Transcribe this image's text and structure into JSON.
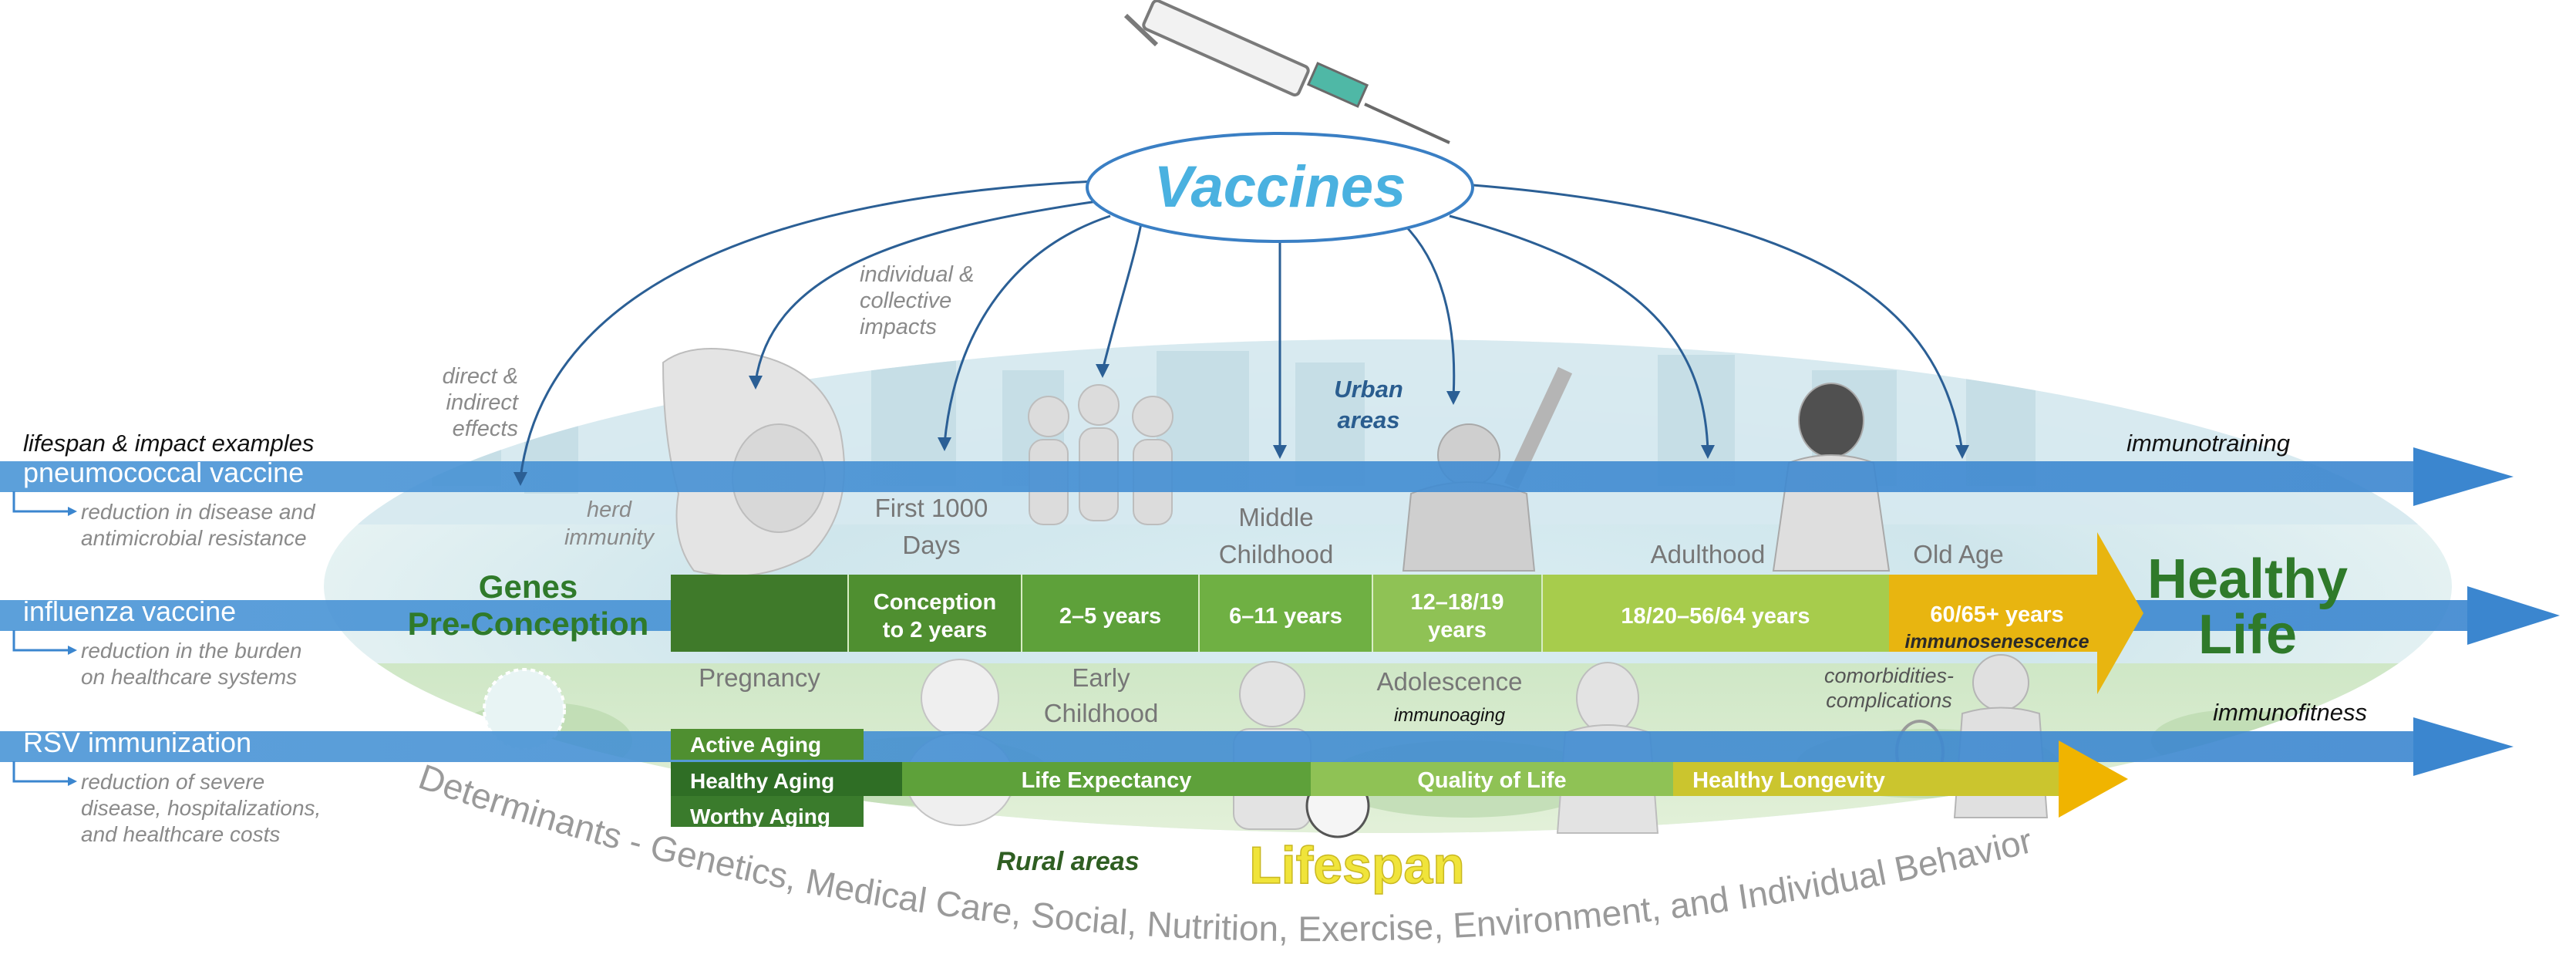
{
  "title": "Vaccines",
  "lifespan_label": "Lifespan",
  "healthy_life": [
    "Healthy",
    "Life"
  ],
  "genes_label": [
    "Genes",
    "Pre-Conception"
  ],
  "examples_heading": "lifespan & impact examples",
  "effects_label": [
    "direct &",
    "indirect",
    "effects"
  ],
  "impacts_label": [
    "individual &",
    "collective",
    "impacts"
  ],
  "herd_immunity": [
    "herd",
    "immunity"
  ],
  "urban_areas": [
    "Urban",
    "areas"
  ],
  "rural_areas": "Rural areas",
  "immunotraining": "immunotraining",
  "immunofitness": "immunofitness",
  "determinants": "Determinants - Genetics, Medical Care, Social, Nutrition, Exercise, Environment, and Individual Behavior",
  "vaccines": [
    {
      "name": "pneumococcal vaccine",
      "impact": [
        "reduction in disease and",
        "antimicrobial resistance"
      ]
    },
    {
      "name": "influenza vaccine",
      "impact": [
        "reduction in the burden",
        "on healthcare systems"
      ]
    },
    {
      "name": "RSV immunization",
      "impact": [
        "reduction of severe",
        "disease, hospitalizations,",
        "and healthcare costs"
      ]
    }
  ],
  "stages_top": [
    {
      "label": [
        "First 1000",
        "Days"
      ]
    },
    {
      "label": [
        "Middle",
        "Childhood"
      ]
    },
    {
      "label": [
        "Adulthood"
      ]
    },
    {
      "label": [
        "Old Age"
      ]
    }
  ],
  "stages_bottom": [
    {
      "label": [
        "Pregnancy"
      ]
    },
    {
      "label": [
        "Early",
        "Childhood"
      ]
    },
    {
      "label": [
        "Adolescence"
      ]
    }
  ],
  "segments": [
    {
      "label": [
        ""
      ],
      "color": "#3f7a2a"
    },
    {
      "label": [
        "Conception",
        "to 2 years"
      ],
      "color": "#4f8f30"
    },
    {
      "label": [
        "2–5 years"
      ],
      "color": "#5ea13a"
    },
    {
      "label": [
        "6–11 years"
      ],
      "color": "#6fb043"
    },
    {
      "label": [
        "12–18/19",
        "years"
      ],
      "color": "#8fc255"
    },
    {
      "label": [
        "18/20–56/64 years"
      ],
      "color": "#a7cc4c"
    },
    {
      "label": [
        "60/65+ years"
      ],
      "color": "#e8b510"
    }
  ],
  "immunoaging": "immunoaging",
  "immunosenescence": "immunosenescence",
  "comorbidities": [
    "comorbidities-",
    "complications"
  ],
  "aging_labels": [
    "Active Aging",
    "Healthy Aging",
    "Worthy Aging"
  ],
  "bottom_bar": [
    {
      "label": "Life Expectancy",
      "color": "#5ea13a"
    },
    {
      "label": "Quality of Life",
      "color": "#8fc255"
    },
    {
      "label": "Healthy Longevity",
      "color": "#cbc52e"
    }
  ],
  "colors": {
    "vaccine_blue": "#2e9ad6",
    "arrow_blue": "#3d88d0",
    "dark_green": "#2f7a2a",
    "title_blue": "#4ab1e0",
    "lifespan_yellow": "#f0e43a",
    "gray_text": "#8a8a8a",
    "old_age_gold": "#f0b400"
  },
  "icons": [
    "syringe-icon",
    "circle-cell-icon"
  ]
}
